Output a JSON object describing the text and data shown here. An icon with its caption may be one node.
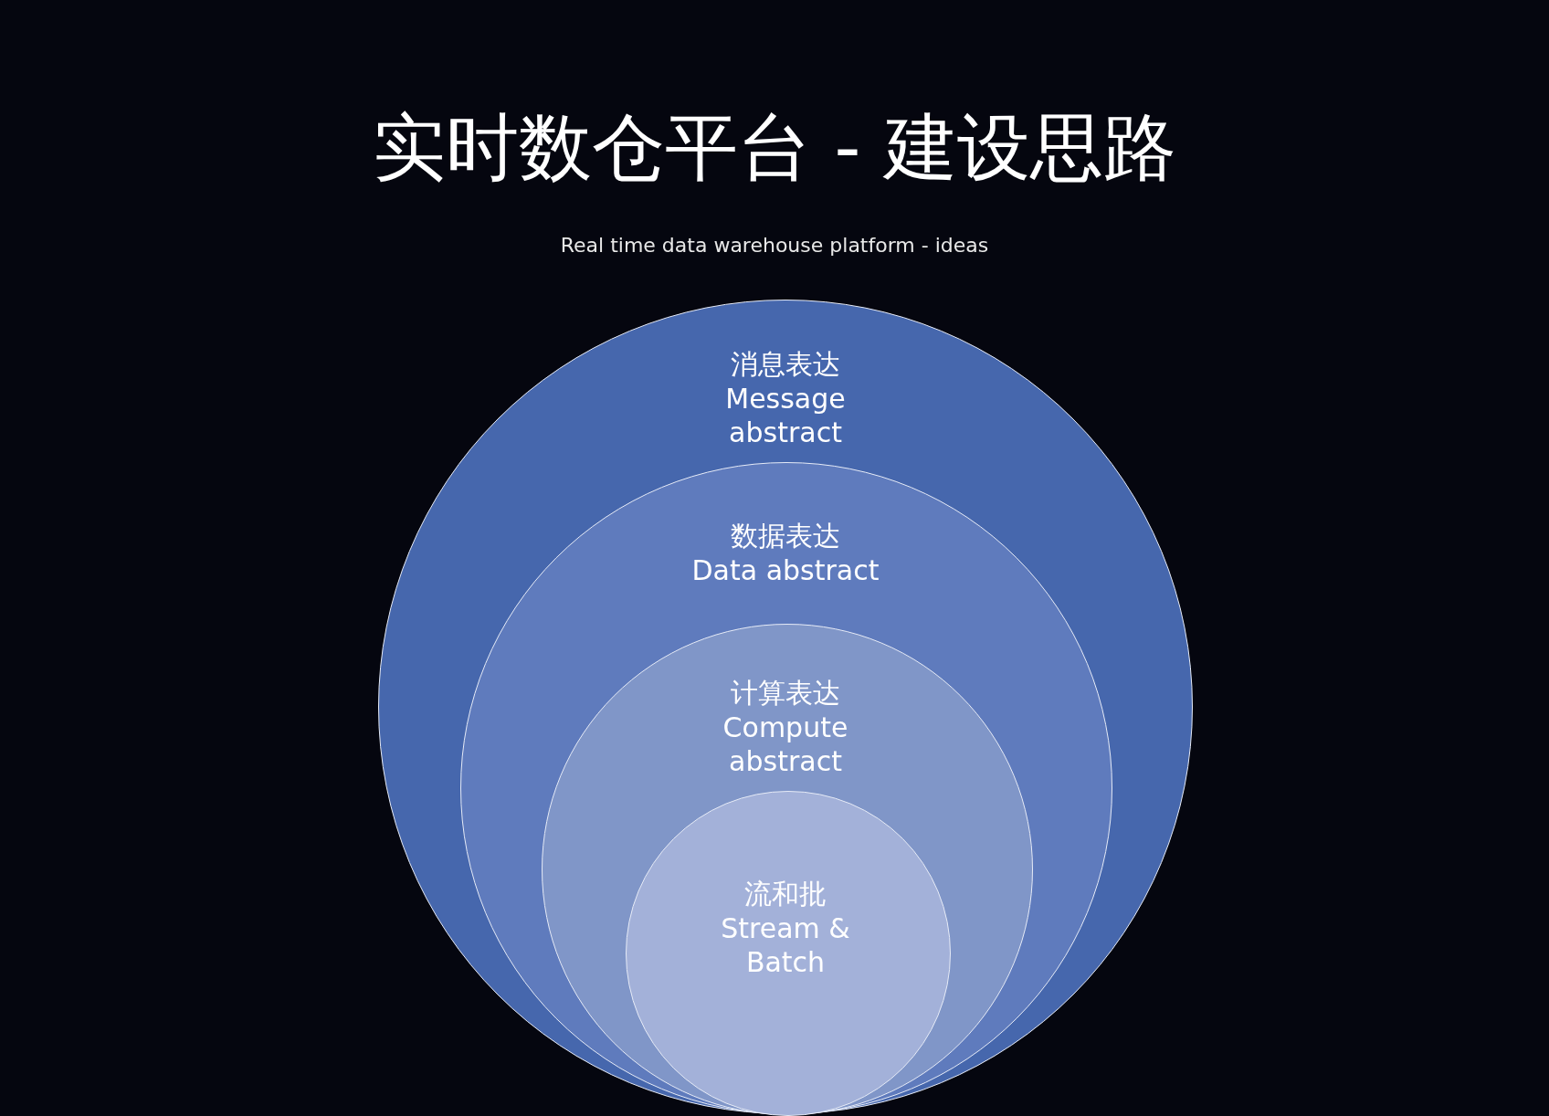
{
  "diagram": {
    "title": "实时数仓平台 - 建设思路",
    "nodes": [
      {
        "text": [
          "消息表达",
          "Message abstract"
        ]
      },
      {
        "text": [
          "数据表达",
          "Data abstract"
        ],
        "in": 0
      },
      {
        "text": [
          "计算表达",
          "Compute abstract"
        ],
        "in": 1
      },
      {
        "text": [
          "流和批",
          "Stream & Batch"
        ],
        "in": 2
      }
    ],
    "edges": [],
    "labels": [
      "Real time data warehouse platform - ideas"
    ]
  }
}
